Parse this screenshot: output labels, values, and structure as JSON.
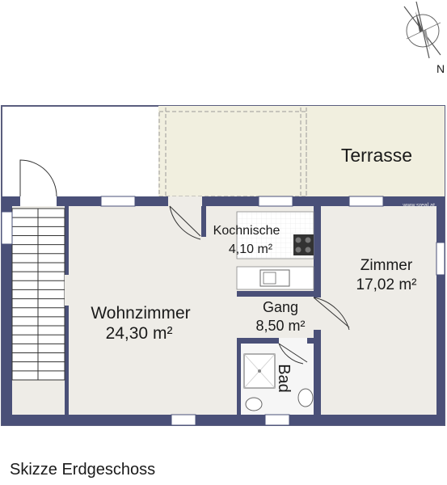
{
  "compass": {
    "north_label": "N"
  },
  "watermark": "www.sreal.at",
  "rooms": {
    "terrasse": {
      "name": "Terrasse"
    },
    "kochnische": {
      "name": "Kochnische",
      "area": "4,10 m²"
    },
    "zimmer": {
      "name": "Zimmer",
      "area": "17,02 m²"
    },
    "wohnzimmer": {
      "name": "Wohnzimmer",
      "area": "24,30 m²"
    },
    "gang": {
      "name": "Gang",
      "area": "8,50 m²"
    },
    "bad": {
      "name": "Bad"
    }
  },
  "caption": "Skizze Erdgeschoss",
  "colors": {
    "wall": "#4a5078",
    "floor": "#eeece7",
    "terrace": "#f1efdf",
    "window": "#ffffff"
  }
}
